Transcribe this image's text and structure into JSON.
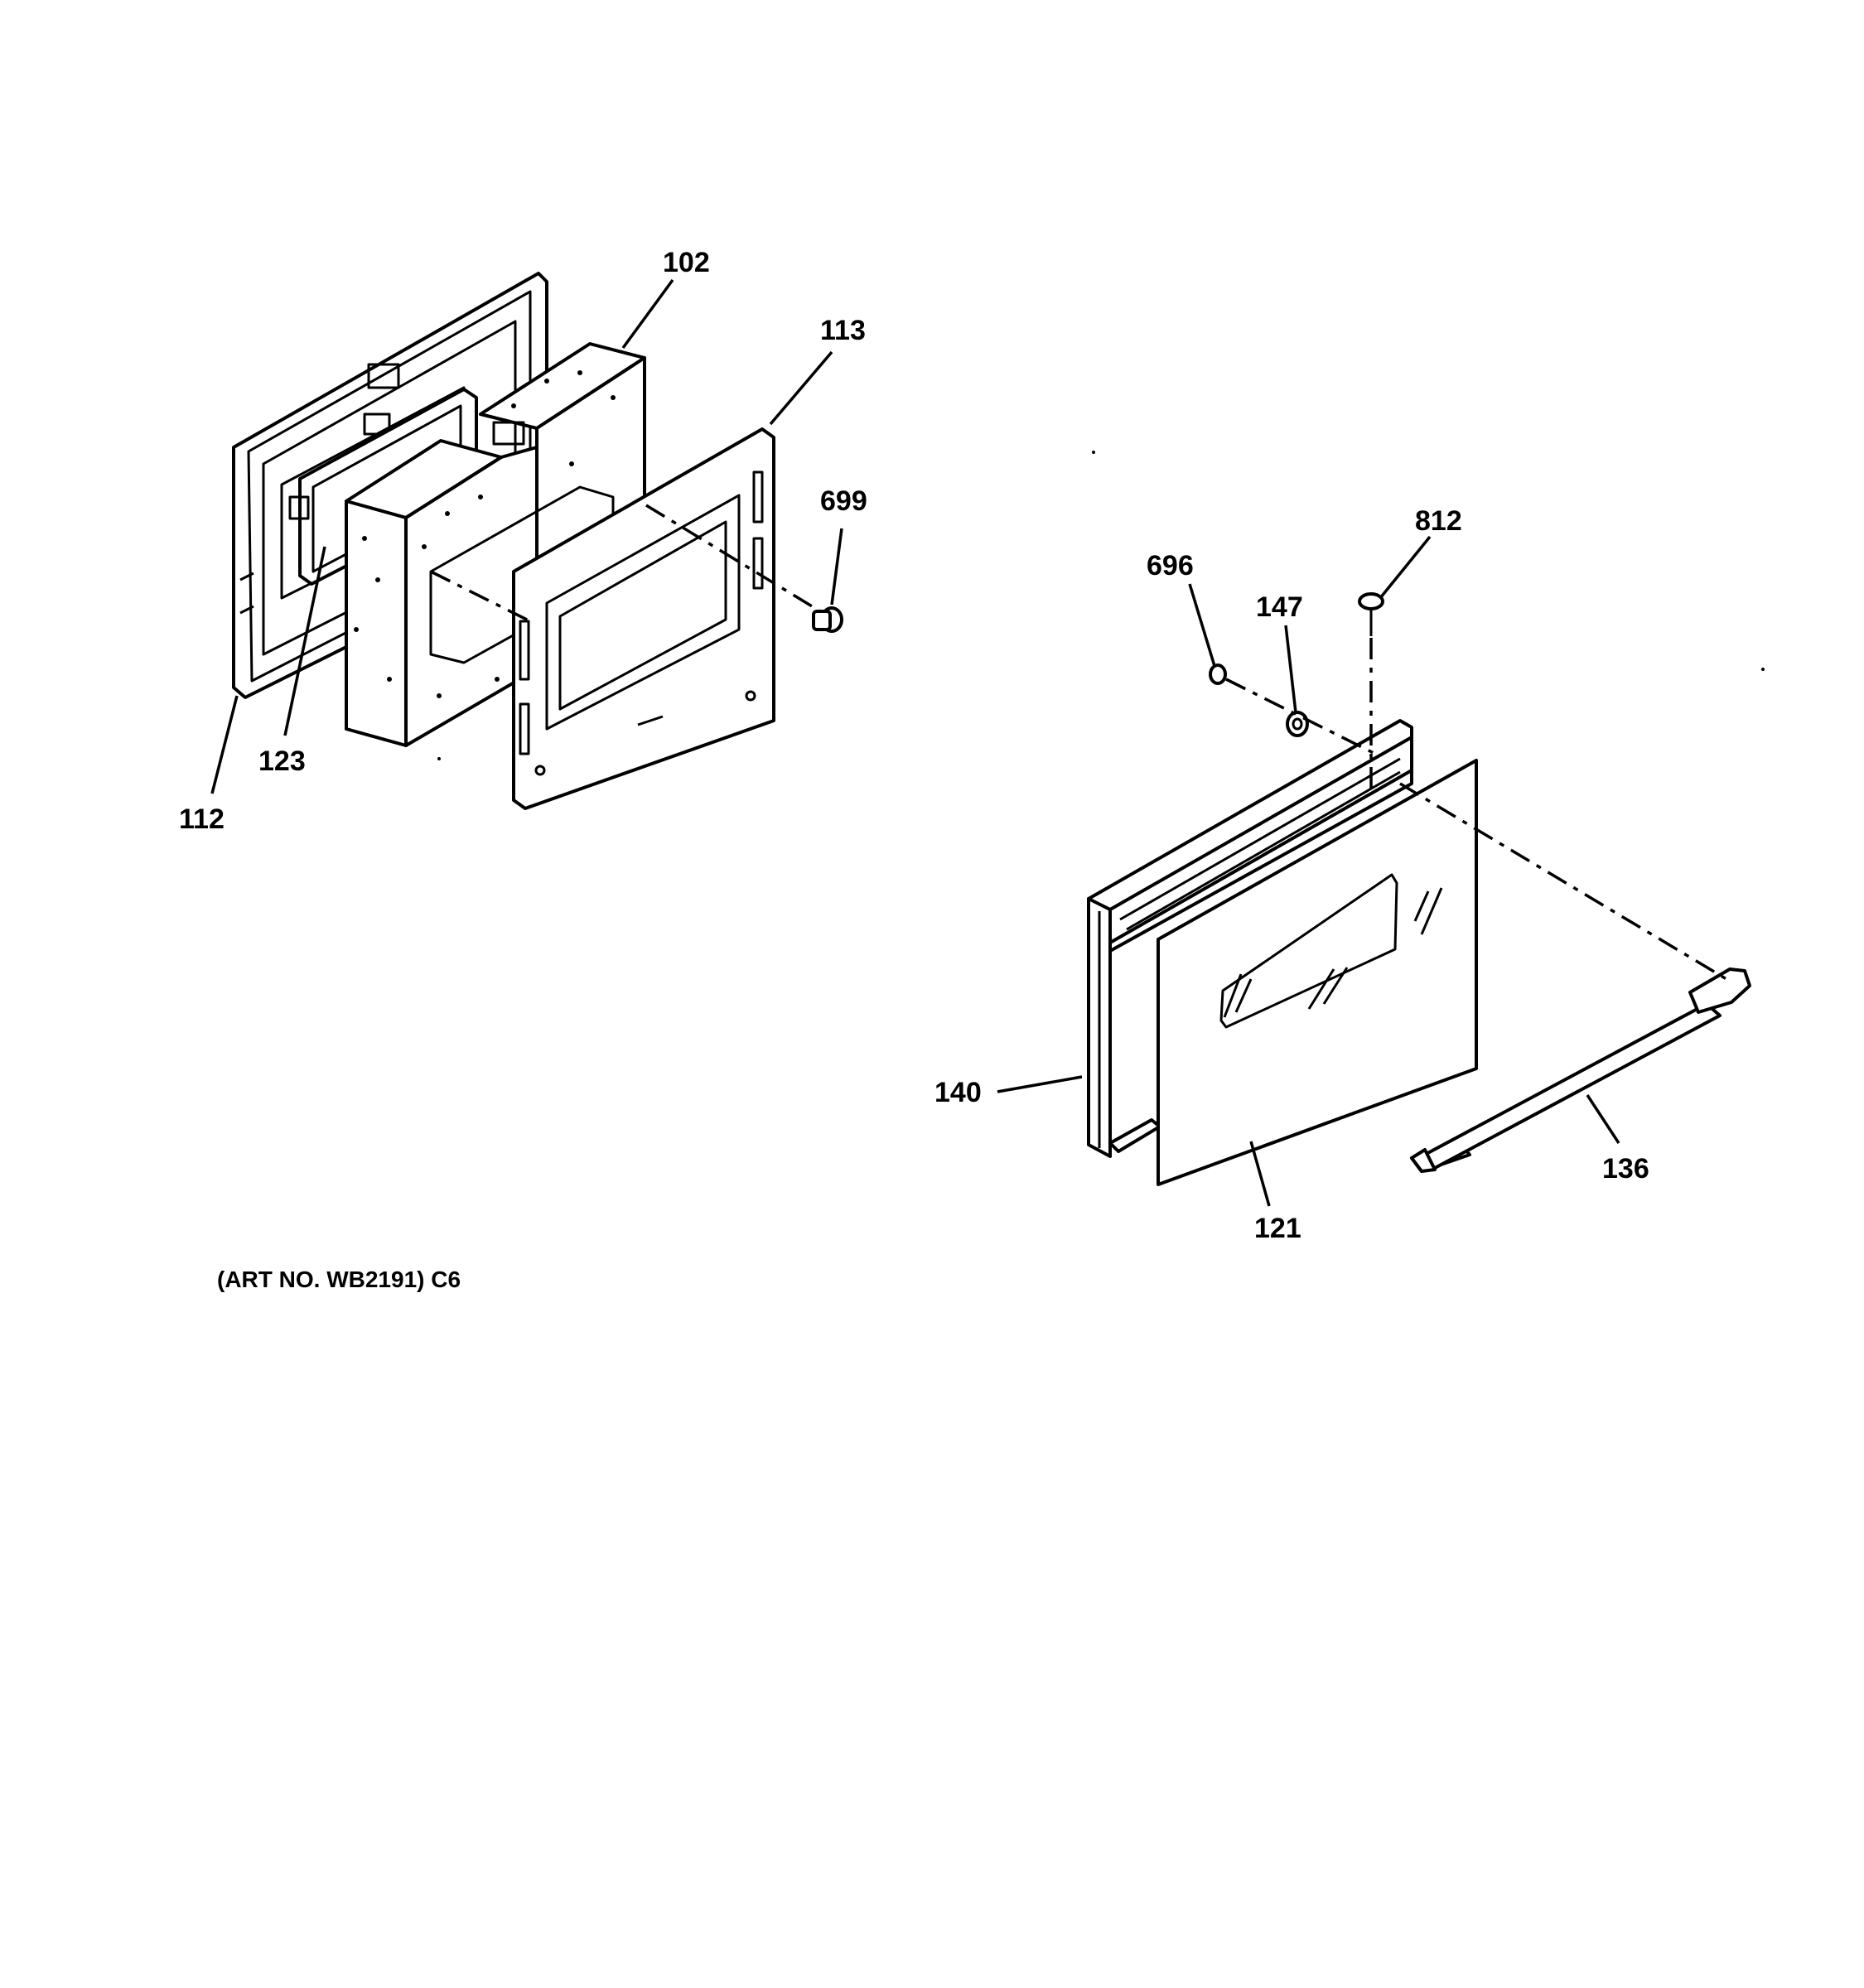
{
  "callouts": {
    "c102": "102",
    "c113": "113",
    "c699": "699",
    "c123": "123",
    "c112": "112",
    "c812": "812",
    "c696": "696",
    "c147": "147",
    "c140": "140",
    "c121": "121",
    "c136": "136"
  },
  "caption": "(ART NO. WB2191) C6"
}
